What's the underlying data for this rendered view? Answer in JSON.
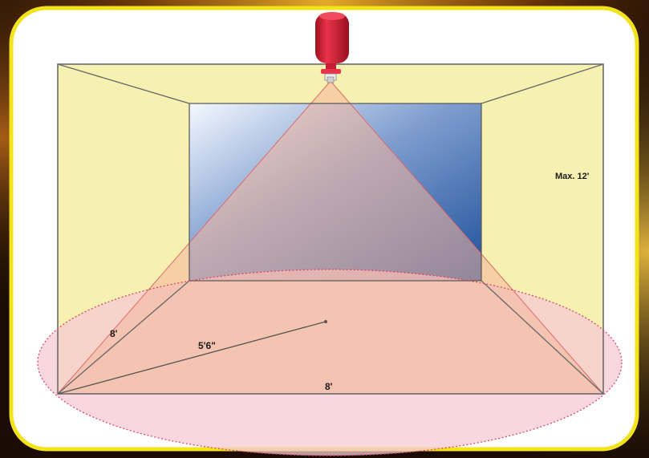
{
  "labels": {
    "max_height": "Max. 12'",
    "radius": "5'6\"",
    "side_depth": "8'",
    "floor_width": "8'"
  },
  "colors": {
    "background_dark": "#1a0c04",
    "background_glow": "#e8a21c",
    "card_fill": "#ffffff",
    "card_border": "#f3e31b",
    "wall_fill": "#f7f1b1",
    "spray_cone_fill": "#f4b49a",
    "coverage_ellipse_fill": "#f6c9d6",
    "coverage_ellipse_stroke": "#e0476a",
    "back_wall_light": "#f4f8ff",
    "back_wall_dark": "#1e4f9a",
    "extinguisher_red": "#d8203a",
    "line_gray": "#6b6b6b"
  },
  "icons": {
    "device": "fire-extinguisher-ball-icon"
  }
}
